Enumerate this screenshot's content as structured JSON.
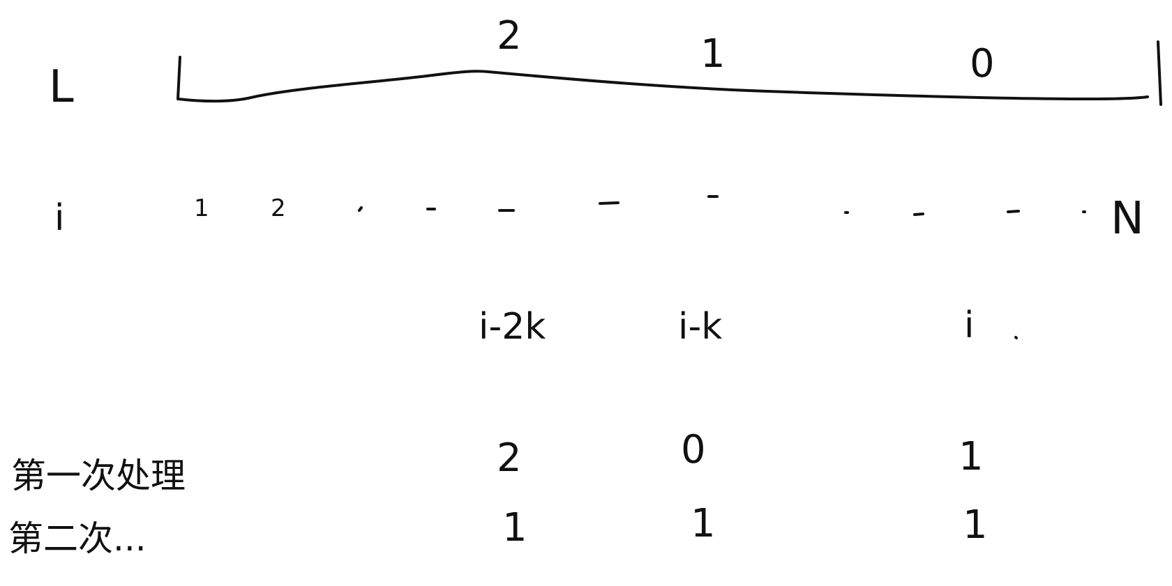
{
  "L_label": "L",
  "bracket_numbers": [
    "2",
    "1",
    "0"
  ],
  "i_label": "i",
  "index_row": {
    "start": [
      "1",
      "2"
    ],
    "ellipsis": "- - - - - - - - -",
    "end": "N"
  },
  "positions": [
    "i-2k",
    "i-k",
    "i"
  ],
  "rows": [
    {
      "label": "第一次处理",
      "values": [
        "2",
        "0",
        "1"
      ]
    },
    {
      "label": "第二次...",
      "values": [
        "1",
        "1",
        "1"
      ]
    }
  ]
}
